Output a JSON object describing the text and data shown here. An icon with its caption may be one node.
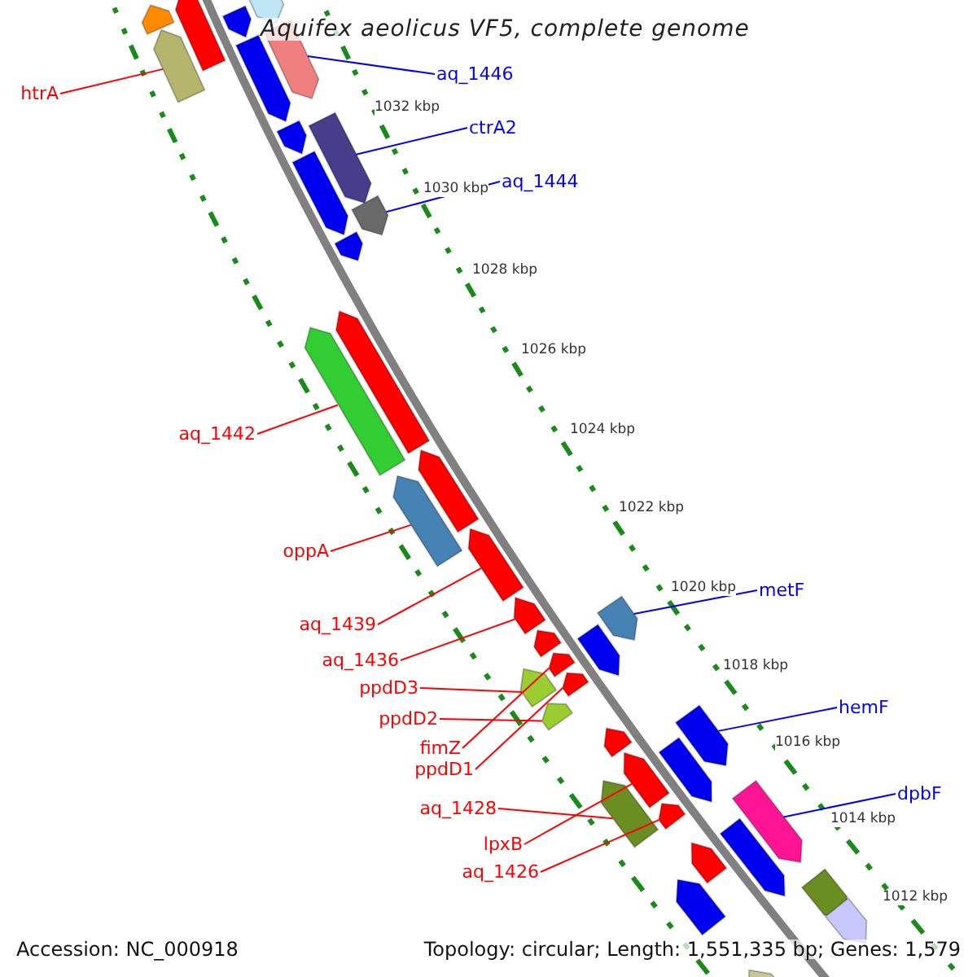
{
  "diagram": {
    "title": "Aquifex aeolicus VF5, complete genome",
    "nodes": [
      {
        "text": [
          "htrA"
        ]
      },
      {
        "text": [
          "aq_1446"
        ]
      },
      {
        "text": [
          "ctrA2"
        ]
      },
      {
        "text": [
          "aq_1444"
        ]
      },
      {
        "text": [
          "aq_1442"
        ]
      },
      {
        "text": [
          "oppA"
        ]
      },
      {
        "text": [
          "aq_1439"
        ]
      },
      {
        "text": [
          "aq_1436"
        ]
      },
      {
        "text": [
          "ppdD3"
        ]
      },
      {
        "text": [
          "ppdD2"
        ]
      },
      {
        "text": [
          "fimZ"
        ]
      },
      {
        "text": [
          "ppdD1"
        ]
      },
      {
        "text": [
          "metF"
        ]
      },
      {
        "text": [
          "aq_1428"
        ]
      },
      {
        "text": [
          "hemF"
        ]
      },
      {
        "text": [
          "lpxB"
        ]
      },
      {
        "text": [
          "aq_1426"
        ]
      },
      {
        "text": [
          "dpbF"
        ]
      },
      {
        "text": [],
        "shape": "bar"
      },
      {
        "text": [],
        "shape": "bar"
      },
      {
        "text": [],
        "shape": "bar"
      },
      {
        "text": [],
        "shape": "bar"
      },
      {
        "text": [],
        "shape": "bar"
      },
      {
        "text": [],
        "shape": "bar"
      },
      {
        "text": [],
        "shape": "bar"
      },
      {
        "text": [],
        "shape": "bar"
      },
      {
        "text": [],
        "shape": "bar"
      },
      {
        "text": [],
        "shape": "bar"
      },
      {
        "text": [],
        "shape": "bar"
      },
      {
        "text": [],
        "shape": "bar"
      },
      {
        "text": [],
        "shape": "bar"
      },
      {
        "text": [],
        "shape": "bar"
      },
      {
        "text": [],
        "shape": "bar"
      },
      {
        "text": [],
        "shape": "bar"
      },
      {
        "text": [],
        "shape": "bar"
      },
      {
        "text": [],
        "shape": "bar"
      },
      {
        "text": [],
        "shape": "bar"
      },
      {
        "text": [],
        "shape": "bar"
      },
      {
        "text": [],
        "shape": "bar"
      },
      {
        "text": [],
        "shape": "bar"
      },
      {
        "text": [],
        "shape": "bar"
      },
      {
        "text": [],
        "shape": "bar"
      },
      {
        "text": [],
        "shape": "bar"
      },
      {
        "text": [],
        "shape": "bar"
      },
      {
        "text": [],
        "shape": "bar"
      },
      {
        "text": [],
        "shape": "bar"
      },
      {
        "text": [],
        "shape": "bar"
      },
      {
        "text": [],
        "shape": "bar"
      },
      {
        "text": [],
        "shape": "bar"
      },
      {
        "text": [],
        "shape": "bar"
      },
      {
        "text": [],
        "shape": "bar"
      },
      {
        "text": [],
        "shape": "bar"
      },
      {
        "text": [],
        "shape": "bar"
      },
      {
        "text": [],
        "shape": "bar"
      },
      {
        "text": [],
        "shape": "bar"
      },
      {
        "text": [],
        "shape": "bar"
      }
    ],
    "edges": [
      {
        "from": 0,
        "to": 18,
        "arrow": "none"
      },
      {
        "from": 1,
        "to": 19,
        "arrow": "none",
        "color": "#0000ff"
      },
      {
        "from": 2,
        "to": 20,
        "arrow": "none",
        "color": "#0000ff"
      },
      {
        "from": 3,
        "to": 21,
        "arrow": "none",
        "color": "#0000ff"
      },
      {
        "from": 4,
        "to": 22,
        "arrow": "none"
      },
      {
        "from": 5,
        "to": 23,
        "arrow": "none"
      },
      {
        "from": 6,
        "to": 24,
        "arrow": "none"
      },
      {
        "from": 7,
        "to": 25,
        "arrow": "none"
      },
      {
        "from": 8,
        "to": 26,
        "arrow": "none"
      },
      {
        "from": 9,
        "to": 27,
        "arrow": "none"
      },
      {
        "from": 10,
        "to": 28,
        "arrow": "none"
      },
      {
        "from": 11,
        "to": 29,
        "arrow": "none"
      },
      {
        "from": 12,
        "to": 30,
        "arrow": "none",
        "color": "#0000ff"
      },
      {
        "from": 13,
        "to": 31,
        "arrow": "none"
      },
      {
        "from": 14,
        "to": 32,
        "arrow": "none",
        "color": "#0000ff"
      },
      {
        "from": 15,
        "to": 33,
        "arrow": "none"
      },
      {
        "from": 16,
        "to": 34,
        "arrow": "none"
      },
      {
        "from": 17,
        "to": 35,
        "arrow": "none",
        "color": "#0000ff"
      }
    ],
    "labels": [
      "1032 kbp",
      "1030 kbp",
      "1028 kbp",
      "1026 kbp",
      "1024 kbp",
      "1022 kbp",
      "1020 kbp",
      "1018 kbp",
      "1016 kbp",
      "1014 kbp",
      "1012 kbp",
      "Accession: NC_000918",
      "Topology: circular; Length: 1,551,335 bp; Genes: 1,579"
    ]
  }
}
